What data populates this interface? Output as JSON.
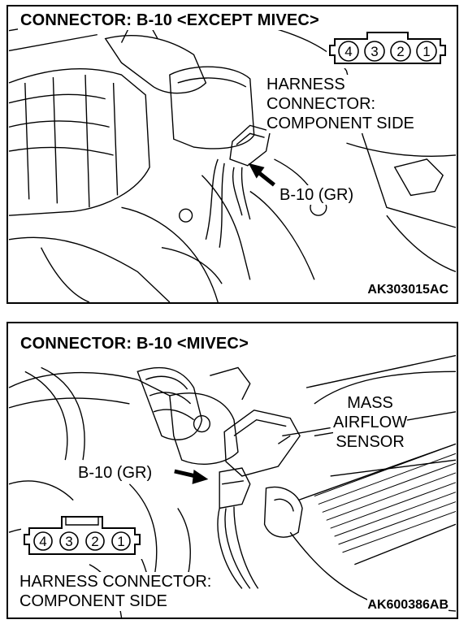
{
  "panel_top": {
    "title": "CONNECTOR: B-10 <EXCEPT MIVEC>",
    "connector_pins": [
      "4",
      "3",
      "2",
      "1"
    ],
    "harness_label_lines": [
      "HARNESS",
      "CONNECTOR:",
      "COMPONENT SIDE"
    ],
    "pointer_label": "B-10 (GR)",
    "figure_code": "AK303015AC"
  },
  "panel_bottom": {
    "title": "CONNECTOR: B-10 <MIVEC>",
    "sensor_label_lines": [
      "MASS",
      "AIRFLOW",
      "SENSOR"
    ],
    "pointer_label": "B-10 (GR)",
    "connector_pins": [
      "4",
      "3",
      "2",
      "1"
    ],
    "harness_label_lines": [
      "HARNESS CONNECTOR:",
      "COMPONENT SIDE"
    ],
    "figure_code": "AK600386AB"
  }
}
